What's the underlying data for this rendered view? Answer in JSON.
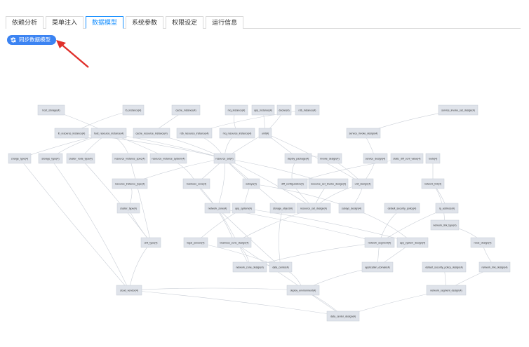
{
  "tabs": [
    {
      "label": "依赖分析",
      "active": false
    },
    {
      "label": "菜单注入",
      "active": false
    },
    {
      "label": "数据模型",
      "active": true
    },
    {
      "label": "系统参数",
      "active": false
    },
    {
      "label": "权限设定",
      "active": false
    },
    {
      "label": "运行信息",
      "active": false
    }
  ],
  "sync_button": {
    "label": "同步数据模型",
    "icon": "sync-icon"
  },
  "colors": {
    "accent": "#1890ff",
    "button": "#3b83f2",
    "arrow": "#e0302b",
    "node_fill": "#dfe3ea",
    "node_stroke": "#c5cbd6",
    "edge": "#c9ced6"
  },
  "graph_nodes": [
    {
      "id": "host_storage",
      "label": "host_storage(4)"
    },
    {
      "id": "lb_instance",
      "label": "lb_instance(4)"
    },
    {
      "id": "cache_instance",
      "label": "cache_instance(4)"
    },
    {
      "id": "mq_instance",
      "label": "mq_instance(4)"
    },
    {
      "id": "app_instance",
      "label": "app_instance(4)"
    },
    {
      "id": "docker",
      "label": "docker(4)"
    },
    {
      "id": "rdb_instance",
      "label": "rdb_instance(4)"
    },
    {
      "id": "service_invoke_set_design",
      "label": "service_invoke_set_design(4)"
    },
    {
      "id": "lb_resource_instance",
      "label": "lb_resource_instance(4)"
    },
    {
      "id": "host_resource_instance",
      "label": "host_resource_instance(4)"
    },
    {
      "id": "cache_resource_instance",
      "label": "cache_resource_instance(4)"
    },
    {
      "id": "rdb_resource_instance",
      "label": "rdb_resource_instance(4)"
    },
    {
      "id": "mq_resource_instance",
      "label": "mq_resource_instance(4)"
    },
    {
      "id": "unit",
      "label": "unit(4)"
    },
    {
      "id": "service_invoke_design",
      "label": "service_invoke_design(4)"
    },
    {
      "id": "charge_type",
      "label": "charge_type(4)"
    },
    {
      "id": "storage_type",
      "label": "storage_type(4)"
    },
    {
      "id": "cluster_node_type",
      "label": "cluster_node_type(4)"
    },
    {
      "id": "resource_instance_spec",
      "label": "resource_instance_spec(4)"
    },
    {
      "id": "resource_instance_system",
      "label": "resource_instance_system(4)"
    },
    {
      "id": "resource_set",
      "label": "resource_set(4)"
    },
    {
      "id": "deploy_package",
      "label": "deploy_package(4)"
    },
    {
      "id": "invoke_design",
      "label": "invoke_design(4)"
    },
    {
      "id": "service_design",
      "label": "service_design(4)"
    },
    {
      "id": "static_diff_conf_value",
      "label": "static_diff_conf_value(4)"
    },
    {
      "id": "route",
      "label": "route(4)"
    },
    {
      "id": "resource_instance_type",
      "label": "resource_instance_type(4)"
    },
    {
      "id": "business_zone",
      "label": "business_zone(4)"
    },
    {
      "id": "subsys",
      "label": "subsys(4)"
    },
    {
      "id": "diff_configuration",
      "label": "diff_configuration(4)"
    },
    {
      "id": "resource_set_invoke_design",
      "label": "resource_set_invoke_design(4)"
    },
    {
      "id": "unit_design",
      "label": "unit_design(4)"
    },
    {
      "id": "network_linkr",
      "label": "network_link(4)"
    },
    {
      "id": "cluster_type",
      "label": "cluster_type(4)"
    },
    {
      "id": "network_zone",
      "label": "network_zone(4)"
    },
    {
      "id": "app_system",
      "label": "app_system(4)"
    },
    {
      "id": "storage_object",
      "label": "storage_object(4)"
    },
    {
      "id": "resource_set_design",
      "label": "resource_set_design(4)"
    },
    {
      "id": "subsys_design",
      "label": "subsys_design(4)"
    },
    {
      "id": "default_security_policy",
      "label": "default_security_policy(4)"
    },
    {
      "id": "ip_address",
      "label": "ip_address(4)"
    },
    {
      "id": "network_link_type",
      "label": "network_link_type(4)"
    },
    {
      "id": "unit_type",
      "label": "unit_type(4)"
    },
    {
      "id": "legal_person",
      "label": "legal_person(4)"
    },
    {
      "id": "business_zone_design",
      "label": "business_zone_design(4)"
    },
    {
      "id": "network_segment",
      "label": "network_segment(4)"
    },
    {
      "id": "app_system_design",
      "label": "app_system_design(4)"
    },
    {
      "id": "node_design",
      "label": "node_design(4)"
    },
    {
      "id": "network_zone_design",
      "label": "network_zone_design(4)"
    },
    {
      "id": "data_center",
      "label": "data_center(4)"
    },
    {
      "id": "application_domain",
      "label": "application_domain(4)"
    },
    {
      "id": "default_security_policy_design",
      "label": "default_security_policy_design(4)"
    },
    {
      "id": "network_link_design",
      "label": "network_link_design(4)"
    },
    {
      "id": "cloud_vendor",
      "label": "cloud_vendor(4)"
    },
    {
      "id": "deploy_environment",
      "label": "deploy_environment(4)"
    },
    {
      "id": "network_segment_design",
      "label": "network_segment_design(4)"
    },
    {
      "id": "data_center_design",
      "label": "data_center_design(4)"
    }
  ],
  "graph_edges": [
    [
      "host_storage",
      "host_resource_instance"
    ],
    [
      "lb_instance",
      "lb_resource_instance"
    ],
    [
      "cache_instance",
      "cache_resource_instance"
    ],
    [
      "mq_instance",
      "mq_resource_instance"
    ],
    [
      "app_instance",
      "unit"
    ],
    [
      "docker",
      "unit"
    ],
    [
      "rdb_instance",
      "rdb_resource_instance"
    ],
    [
      "service_invoke_set_design",
      "service_invoke_design"
    ],
    [
      "lb_resource_instance",
      "resource_set"
    ],
    [
      "host_resource_instance",
      "resource_set"
    ],
    [
      "cache_resource_instance",
      "resource_set"
    ],
    [
      "rdb_resource_instance",
      "resource_set"
    ],
    [
      "mq_resource_instance",
      "resource_set"
    ],
    [
      "unit",
      "unit_design"
    ],
    [
      "unit",
      "resource_set"
    ],
    [
      "unit",
      "deploy_package"
    ],
    [
      "service_invoke_design",
      "service_design"
    ],
    [
      "host_resource_instance",
      "charge_type"
    ],
    [
      "host_resource_instance",
      "storage_type"
    ],
    [
      "host_resource_instance",
      "cluster_node_type"
    ],
    [
      "host_resource_instance",
      "resource_instance_spec"
    ],
    [
      "host_resource_instance",
      "resource_instance_system"
    ],
    [
      "resource_set",
      "resource_instance_type"
    ],
    [
      "resource_set",
      "business_zone"
    ],
    [
      "resource_set",
      "subsys"
    ],
    [
      "resource_set",
      "resource_set_invoke_design"
    ],
    [
      "resource_set",
      "network_zone"
    ],
    [
      "deploy_package",
      "diff_configuration"
    ],
    [
      "invoke_design",
      "unit_design"
    ],
    [
      "service_design",
      "unit_design"
    ],
    [
      "static_diff_conf_value",
      "diff_configuration"
    ],
    [
      "route",
      "network_linkr"
    ],
    [
      "resource_instance_type",
      "cluster_type"
    ],
    [
      "business_zone",
      "network_zone"
    ],
    [
      "subsys",
      "app_system"
    ],
    [
      "subsys",
      "subsys_design"
    ],
    [
      "diff_configuration",
      "resource_set_design"
    ],
    [
      "resource_set_invoke_design",
      "resource_set_design"
    ],
    [
      "unit_design",
      "subsys_design"
    ],
    [
      "unit_design",
      "resource_set_design"
    ],
    [
      "network_linkr",
      "ip_address"
    ],
    [
      "network_linkr",
      "network_link_type"
    ],
    [
      "cluster_type",
      "unit_type"
    ],
    [
      "network_zone",
      "network_zone_design"
    ],
    [
      "app_system",
      "app_system_design"
    ],
    [
      "storage_object",
      "data_center"
    ],
    [
      "resource_set_design",
      "business_zone_design"
    ],
    [
      "subsys_design",
      "app_system_design"
    ],
    [
      "default_security_policy",
      "network_segment"
    ],
    [
      "ip_address",
      "network_segment"
    ],
    [
      "network_link_type",
      "node_design"
    ],
    [
      "unit_type",
      "cloud_vendor"
    ],
    [
      "legal_person",
      "data_center"
    ],
    [
      "business_zone_design",
      "network_zone_design"
    ],
    [
      "network_segment",
      "network_zone_design"
    ],
    [
      "network_segment",
      "application_domain"
    ],
    [
      "app_system_design",
      "application_domain"
    ],
    [
      "node_design",
      "network_link_design"
    ],
    [
      "network_zone_design",
      "data_center"
    ],
    [
      "data_center",
      "deploy_environment"
    ],
    [
      "application_domain",
      "deploy_environment"
    ],
    [
      "default_security_policy_design",
      "network_segment_design"
    ],
    [
      "network_link_design",
      "network_segment_design"
    ],
    [
      "cloud_vendor",
      "deploy_environment"
    ],
    [
      "deploy_environment",
      "data_center_design"
    ],
    [
      "network_segment_design",
      "data_center_design"
    ],
    [
      "cloud_vendor",
      "data_center_design"
    ],
    [
      "resource_instance_spec",
      "unit_type"
    ],
    [
      "storage_type",
      "cloud_vendor"
    ],
    [
      "charge_type",
      "cloud_vendor"
    ],
    [
      "cluster_node_type",
      "unit_type"
    ],
    [
      "resource_instance_system",
      "business_zone"
    ],
    [
      "resource_set",
      "storage_object"
    ],
    [
      "resource_set",
      "resource_set_design"
    ],
    [
      "deploy_package",
      "invoke_design"
    ],
    [
      "network_zone",
      "data_center"
    ],
    [
      "app_system",
      "legal_person"
    ],
    [
      "business_zone",
      "business_zone_design"
    ],
    [
      "business_zone_design",
      "data_center_design"
    ],
    [
      "network_zone",
      "network_segment"
    ]
  ]
}
